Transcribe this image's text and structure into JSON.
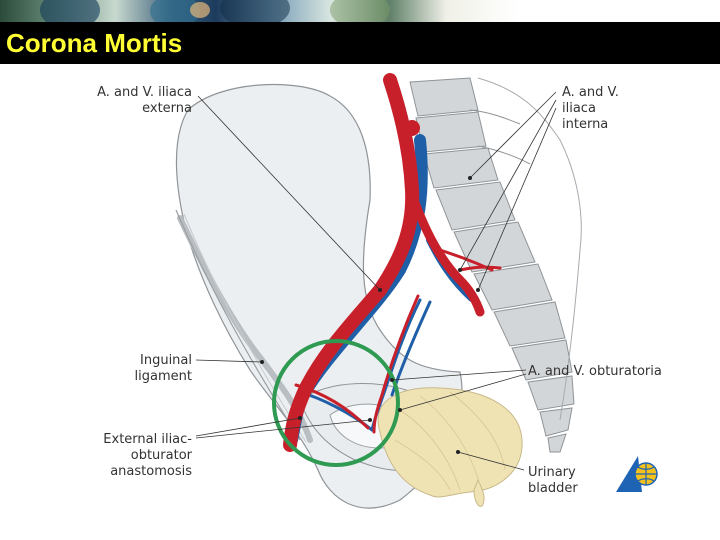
{
  "slide": {
    "title": "Corona Mortis",
    "title_color": "#ffff33",
    "title_bar_color": "#000000"
  },
  "figure": {
    "labels": {
      "external_iliac": "A. and V. iliaca\nexterna",
      "internal_iliac": "A. and V.\niliaca\ninterna",
      "inguinal_ligament": "Inguinal\nligament",
      "obturator": "A. and V. obturatoria",
      "anastomosis": "External iliac-\nobturator\nanastomosis",
      "bladder": "Urinary\nbladder"
    },
    "colors": {
      "artery": "#c8202b",
      "vein": "#1f5fa8",
      "bone": "#e9ecee",
      "bladder": "#efe3b4",
      "circle": "#2e9a52"
    }
  },
  "logo": {
    "icon": "publisher-logo-icon"
  }
}
